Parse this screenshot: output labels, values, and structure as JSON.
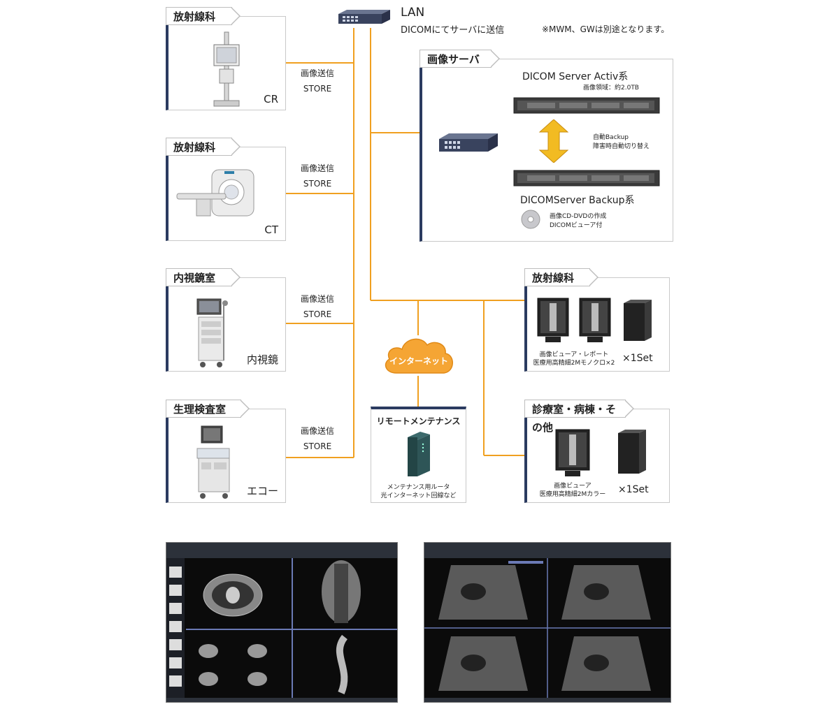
{
  "lan": {
    "title": "LAN",
    "subtitle": "DICOMにてサーバに送信",
    "note": "※MWM、GWは別途となります。"
  },
  "modalities": [
    {
      "dept": "放射線科",
      "device": "CR",
      "flow1": "画像送信",
      "flow2": "STORE"
    },
    {
      "dept": "放射線科",
      "device": "CT",
      "flow1": "画像送信",
      "flow2": "STORE"
    },
    {
      "dept": "内視鏡室",
      "device": "内視鏡",
      "flow1": "画像送信",
      "flow2": "STORE"
    },
    {
      "dept": "生理検査室",
      "device": "エコー",
      "flow1": "画像送信",
      "flow2": "STORE"
    }
  ],
  "server": {
    "title": "画像サーバ",
    "active_name": "DICOM Server  Activ系",
    "capacity": "画像領域：約2.0TB",
    "backup_note1": "自動Backup",
    "backup_note2": "障害時自動切り替え",
    "backup_name": "DICOMServer  Backup系",
    "dvd1": "画像CD-DVDの作成",
    "dvd2": "DICOMビューア付"
  },
  "radiology_view": {
    "title": "放射線科",
    "caption1": "画像ビューア・レポート",
    "caption2": "医療用高精細2Mモノクロ×2",
    "set": "×1Set"
  },
  "clinic_view": {
    "title": "診療室・病棟・その他",
    "caption1": "画像ビューア",
    "caption2": "医療用高精細2Mカラー",
    "set": "×1Set"
  },
  "internet": {
    "label": "インターネット"
  },
  "remote": {
    "title": "リモートメンテナンス",
    "caption1": "メンテナンス用ルータ",
    "caption2": "光インターネット回線など"
  },
  "colors": {
    "line": "#f0a020",
    "navy": "#2b3b60",
    "cloud": "#f5a534"
  }
}
